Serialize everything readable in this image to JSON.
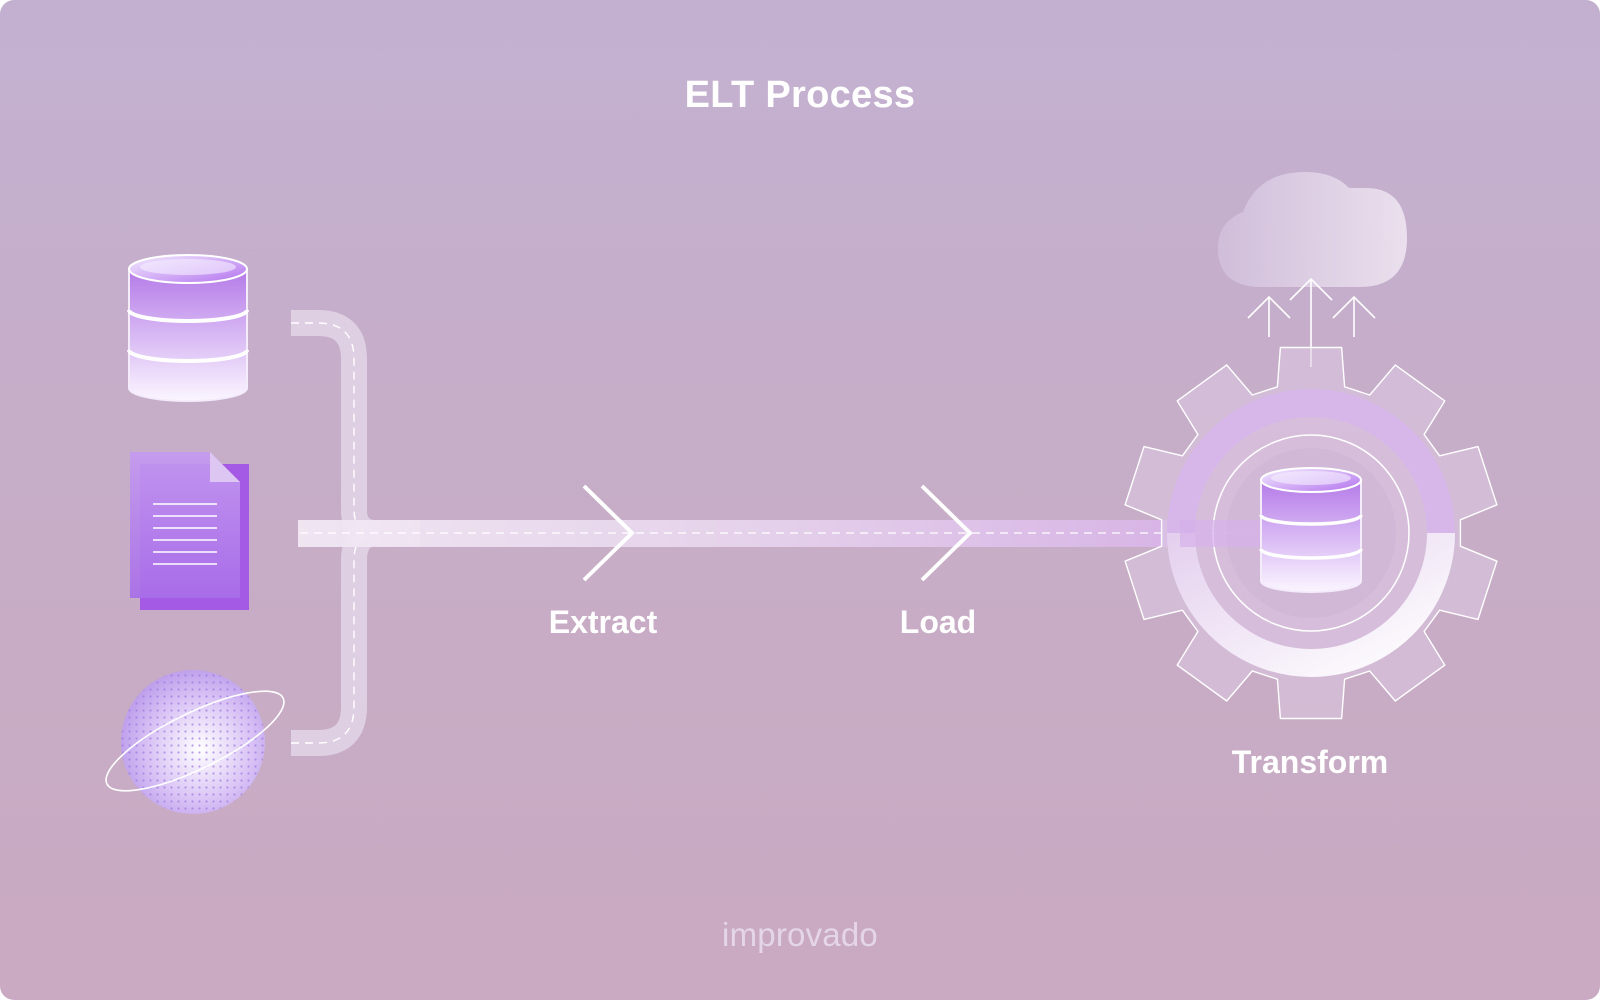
{
  "title": "ELT Process",
  "stages": {
    "extract": "Extract",
    "load": "Load",
    "transform": "Transform"
  },
  "sources": [
    {
      "icon": "database-icon"
    },
    {
      "icon": "document-icon"
    },
    {
      "icon": "globe-icon"
    }
  ],
  "destination_icon": "cloud-icon",
  "brand": "improvado",
  "colors": {
    "background_top": "#c3b0d1",
    "background_bottom": "#caa9c2",
    "accent_purple": "#a25be6",
    "text": "#ffffff"
  }
}
